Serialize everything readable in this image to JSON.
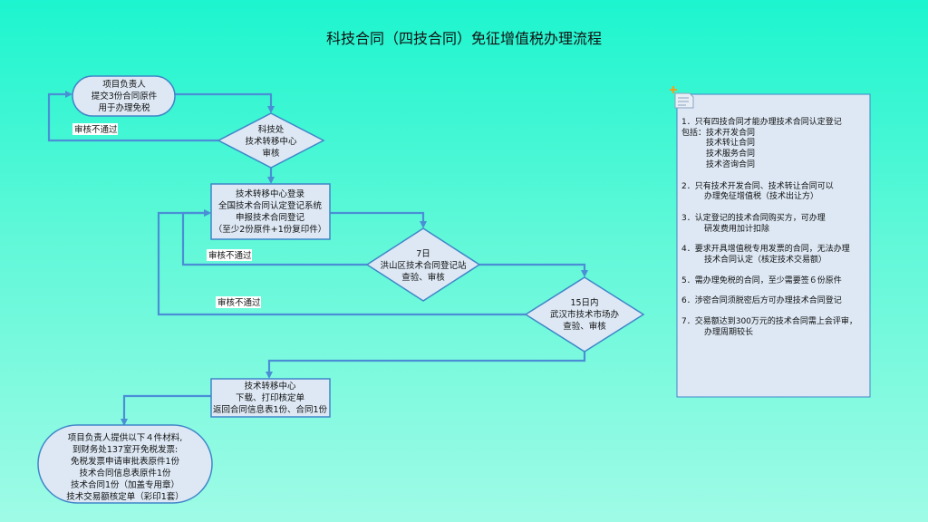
{
  "title": "科技合同（四技合同）免征增值税办理流程",
  "reject_label": "审核不通过",
  "nodes": {
    "start": [
      "项目负责人",
      "提交3份合同原件",
      "用于办理免税"
    ],
    "review1": [
      "科技处",
      "技术转移中心",
      "审核"
    ],
    "register": [
      "技术转移中心登录",
      "全国技术合同认定登记系统",
      "申报技术合同登记",
      "（至少2份原件+1份复印件）"
    ],
    "review2": [
      "7日",
      "洪山区技术合同登记站",
      "查验、审核"
    ],
    "review3": [
      "15日内",
      "武汉市技术市场办",
      "查验、审核"
    ],
    "download": [
      "技术转移中心",
      "下载、打印核定单",
      "返回合同信息表1份、合同1份"
    ],
    "end": [
      "项目负责人提供以下４件材料,",
      "到财务处137室开免税发票:",
      "免税发票申请审批表原件1份",
      "技术合同信息表原件1份",
      "技术合同1份（加盖专用章）",
      "技术交易额核定单（彩印1套）"
    ]
  },
  "note": {
    "icon": "note-icon",
    "lines": [
      "1．只有四技合同才能办理技术合同认定登记",
      "包括：技术开发合同",
      "技术转让合同",
      "技术服务合同",
      "技术咨询合同",
      "2．只有技术开发合同、技术转让合同可以",
      "办理免征增值税（技术出让方）",
      "3．认定登记的技术合同购买方，可办理",
      "研发费用加计扣除",
      "4．要求开具增值税专用发票的合同，无法办理",
      "技术合同认定（核定技术交易额）",
      "5．需办理免税的合同，至少需要签６份原件",
      "6．涉密合同须脱密后方可办理技术合同登记",
      "7．交易额达到300万元的技术合同需上会评审，",
      "办理周期较长"
    ]
  },
  "colors": {
    "shape_fill": "#dde8f4",
    "shape_stroke": "#3f86c9",
    "connector": "#4a8fd6"
  }
}
